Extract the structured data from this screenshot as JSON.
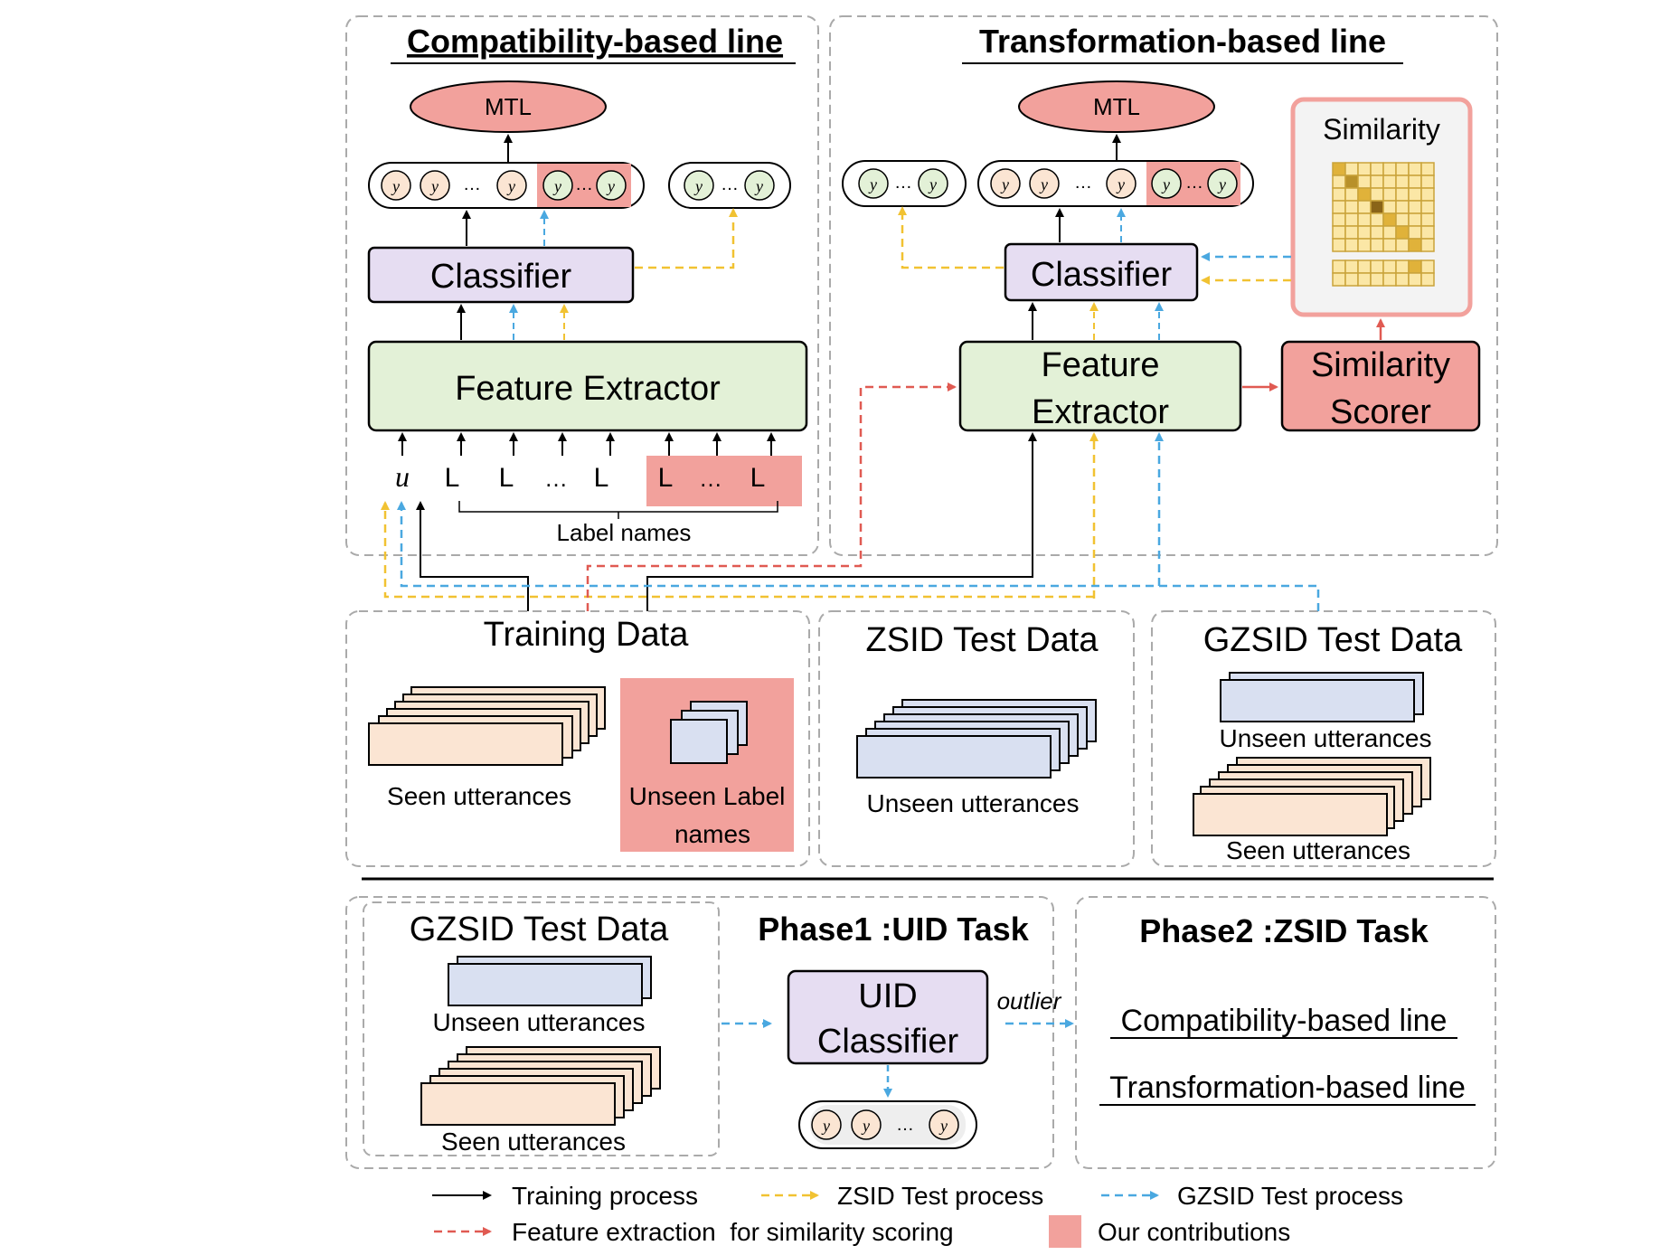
{
  "compat": {
    "title": "Compatibility-based line",
    "mtl": "MTL",
    "classifier": "Classifier",
    "feature_extractor": "Feature Extractor",
    "input_u": "u",
    "label_names": "Label names",
    "ellipsis": "…"
  },
  "transform": {
    "title": "Transformation-based line",
    "mtl": "MTL",
    "classifier": "Classifier",
    "feature_extractor_1": "Feature",
    "feature_extractor_2": "Extractor",
    "similarity_matrix_label": "Similarity",
    "similarity_scorer_1": "Similarity",
    "similarity_scorer_2": "Scorer",
    "ellipsis": "…"
  },
  "data": {
    "training_title": "Training Data",
    "training_seen": "Seen utterances",
    "training_unseen_1": "Unseen Label",
    "training_unseen_2": "names",
    "zsid_title": "ZSID Test Data",
    "zsid_unseen": "Unseen utterances",
    "gzsid_title": "GZSID Test Data",
    "gzsid_unseen": "Unseen utterances",
    "gzsid_seen": "Seen utterances"
  },
  "phase": {
    "gzsid_title": "GZSID Test Data",
    "gzsid_unseen": "Unseen utterances",
    "gzsid_seen": "Seen utterances",
    "phase1_title": "Phase1 :UID Task",
    "uid_1": "UID",
    "uid_2": "Classifier",
    "outlier": "outlier",
    "phase2_title": "Phase2 :ZSID Task",
    "line1": "Compatibility-based line",
    "line2": "Transformation-based line",
    "ellipsis": "…"
  },
  "legend": {
    "training": "Training process",
    "zsid": "ZSID Test process",
    "gzsid": "GZSID Test process",
    "feature": "Feature extraction  for similarity scoring",
    "contrib": "Our contributions"
  },
  "colors": {
    "pink": "#f2a19c",
    "lilac": "#e6ddf2",
    "green": "#e3f1d7",
    "peach": "#fbe5d3",
    "blue": "#d9e0f1",
    "yellow": "#f1c232",
    "cyan": "#4aa8e0",
    "red": "#e05a52"
  }
}
